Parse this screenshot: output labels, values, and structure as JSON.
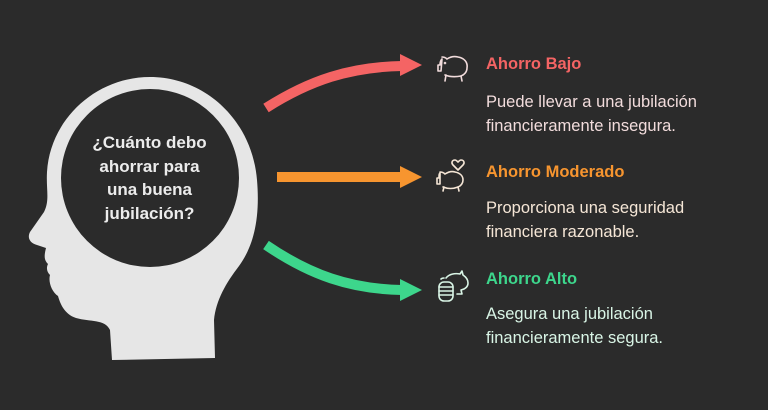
{
  "question": {
    "line1": "¿Cuánto debo",
    "line2": "ahorrar para",
    "line3": "una buena",
    "line4": "jubilación?"
  },
  "colors": {
    "background": "#2b2b2b",
    "head": "#e6e6e6",
    "low": "#f46464",
    "moderate": "#f7952f",
    "high": "#3dd68c"
  },
  "options": [
    {
      "icon": "piggy-bank-icon",
      "title": "Ahorro Bajo",
      "desc_line1": "Puede llevar a una jubilación",
      "desc_line2": "financieramente insegura."
    },
    {
      "icon": "piggy-bank-heart-icon",
      "title": "Ahorro Moderado",
      "desc_line1": "Proporciona una seguridad",
      "desc_line2": "financiera razonable."
    },
    {
      "icon": "piggy-bank-coins-icon",
      "title": "Ahorro Alto",
      "desc_line1": "Asegura una jubilación",
      "desc_line2": "financieramente segura."
    }
  ]
}
